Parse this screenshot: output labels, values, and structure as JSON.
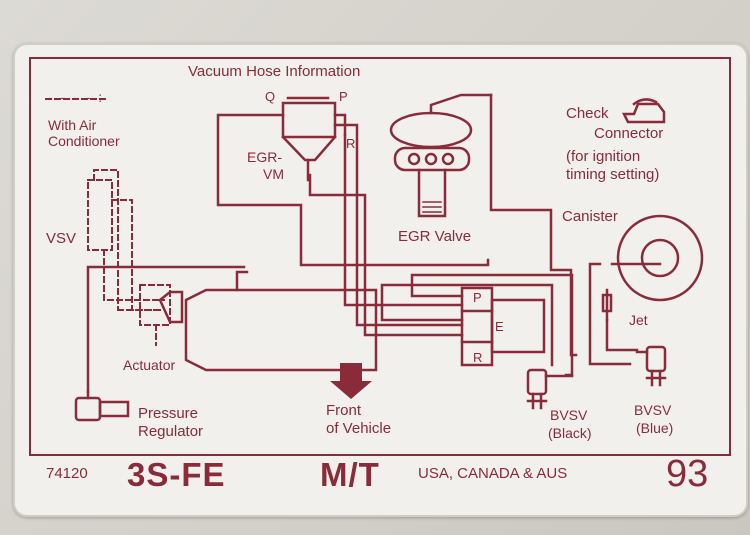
{
  "colors": {
    "ink": "#8a2b3a",
    "label_bg": "#f2f0ec",
    "surface": "#d6d3cc"
  },
  "title": "Vacuum Hose Information",
  "legend": {
    "dash_sample": "- - - - :",
    "line1": "With Air",
    "line2": "Conditioner"
  },
  "components": {
    "egr_vm": {
      "line1": "EGR-",
      "line2": "VM",
      "port_q": "Q",
      "port_p": "P",
      "port_r": "R"
    },
    "egr_valve": "EGR Valve",
    "check_connector": {
      "line1": "Check",
      "line2": "Connector",
      "line3": "(for ignition",
      "line4": "timing setting)"
    },
    "canister": "Canister",
    "vsv": "VSV",
    "jet": "Jet",
    "actuator": "Actuator",
    "pressure_regulator": {
      "line1": "Pressure",
      "line2": "Regulator"
    },
    "port_block": {
      "p": "P",
      "e": "E",
      "r": "R"
    },
    "front": {
      "line1": "Front",
      "line2": "of Vehicle"
    },
    "bvsv_black": {
      "line1": "BVSV",
      "line2": "(Black)"
    },
    "bvsv_blue": {
      "line1": "BVSV",
      "line2": "(Blue)"
    }
  },
  "footer": {
    "part_no": "74120",
    "engine": "3S-FE",
    "trans": "M/T",
    "market": "USA, CANADA & AUS",
    "year": "93"
  }
}
